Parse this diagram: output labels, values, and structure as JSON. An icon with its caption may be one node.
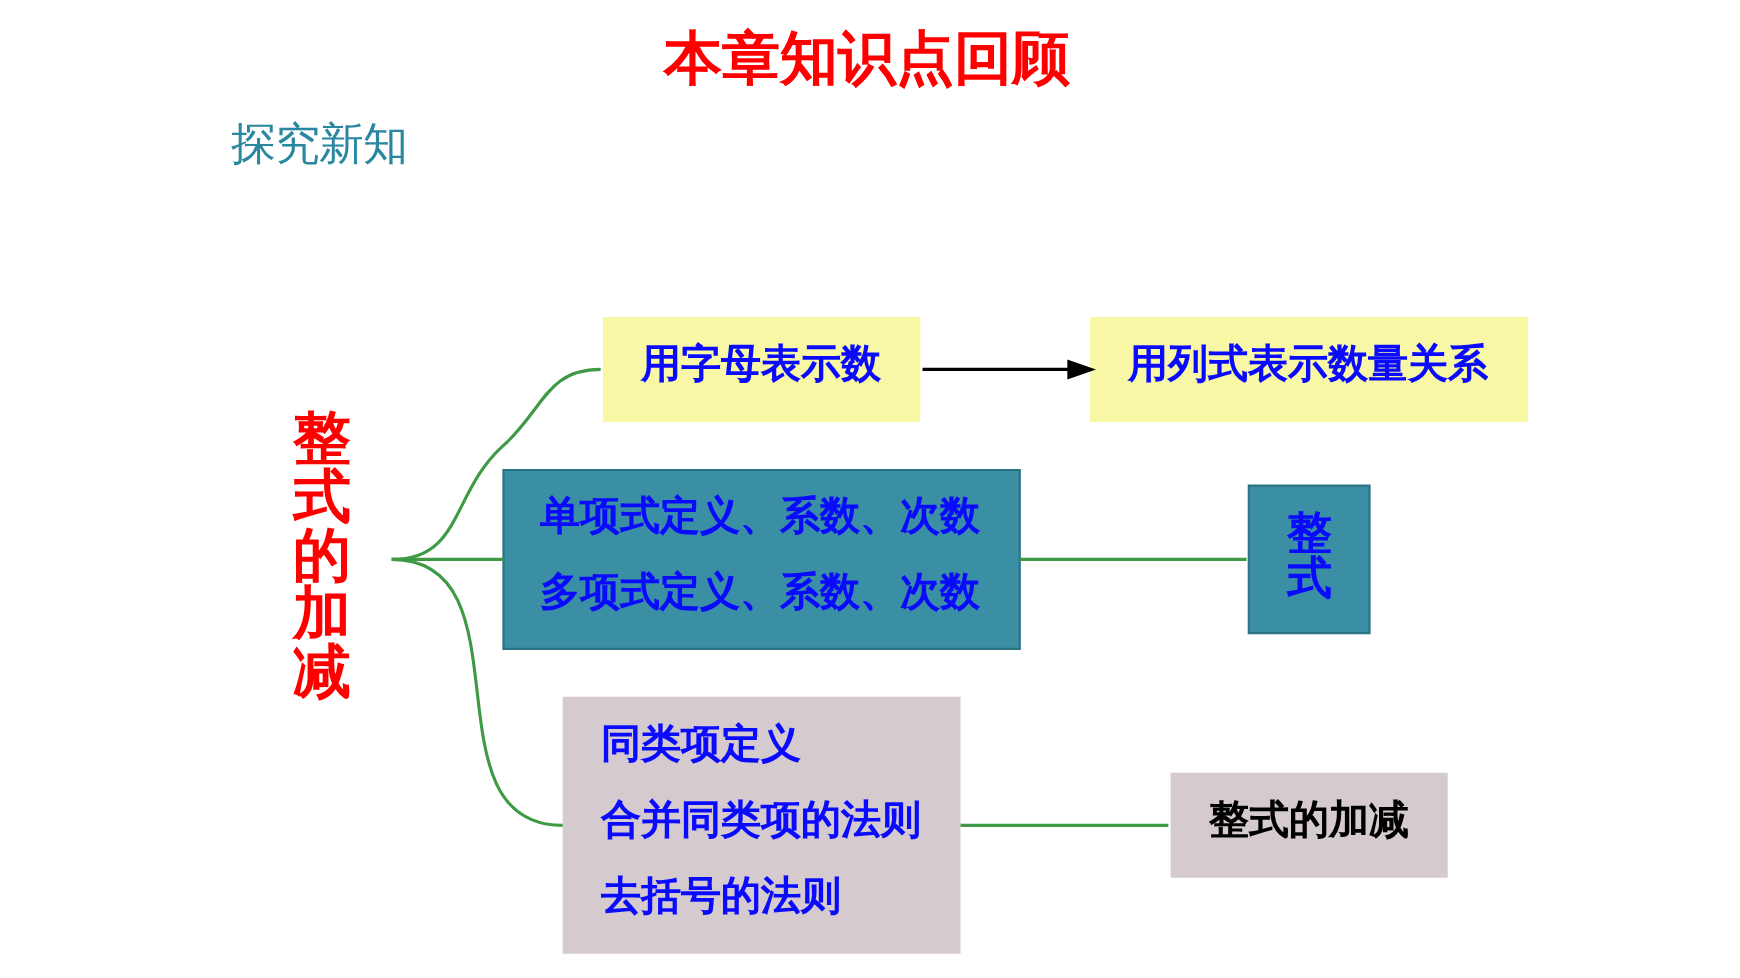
{
  "diagram": {
    "title": "本章知识点回顾",
    "nodes": [
      {
        "text": [
          "整式的加减"
        ]
      },
      {
        "text": [
          "用字母表示数"
        ]
      },
      {
        "text": [
          "用列式表示数量关系"
        ]
      },
      {
        "text": [
          "单项式定义、系数、次数",
          "多项式定义、系数、次数"
        ]
      },
      {
        "text": [
          "整式"
        ]
      },
      {
        "text": [
          "同类项定义",
          "合并同类项的法则",
          "去括号的法则"
        ]
      },
      {
        "text": [
          "整式的加减"
        ]
      }
    ],
    "edges": [
      {
        "from": 0,
        "to": 1,
        "arrow": "none"
      },
      {
        "from": 0,
        "to": 3,
        "arrow": "none"
      },
      {
        "from": 0,
        "to": 5,
        "arrow": "none"
      },
      {
        "from": 1,
        "to": 2,
        "arrow": "to",
        "color": "#000000"
      },
      {
        "from": 3,
        "to": 4,
        "arrow": "none"
      },
      {
        "from": 5,
        "to": 6,
        "arrow": "none"
      }
    ],
    "labels": [
      "探究新知"
    ]
  }
}
